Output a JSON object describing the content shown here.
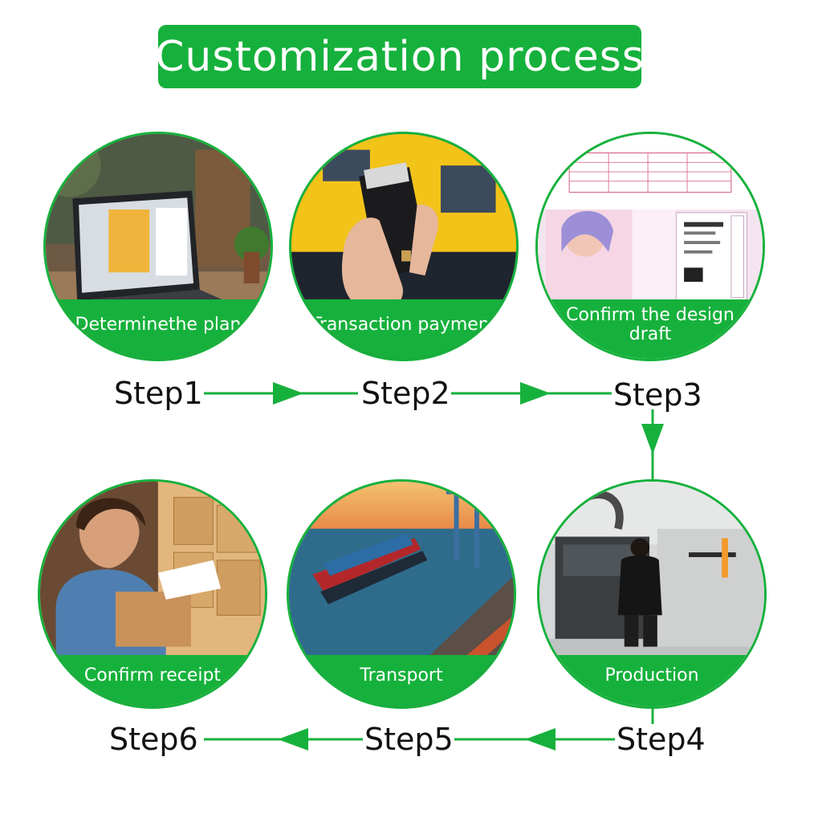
{
  "title": "Customization process",
  "colors": {
    "accent": "#16b13c",
    "text": "#111111",
    "background": "#ffffff"
  },
  "steps": [
    {
      "step_label": "Step1",
      "caption": "Determinethe plan",
      "image": "laptop-on-desk"
    },
    {
      "step_label": "Step2",
      "caption": "Transaction payment",
      "image": "hand-holding-card-wallet"
    },
    {
      "step_label": "Step3",
      "caption": "Confirm the design draft",
      "image": "printed-design-proof"
    },
    {
      "step_label": "Step4",
      "caption": "Production",
      "image": "worker-at-printing-machine"
    },
    {
      "step_label": "Step5",
      "caption": "Transport",
      "image": "cargo-ship-at-port"
    },
    {
      "step_label": "Step6",
      "caption": "Confirm receipt",
      "image": "woman-checking-boxes"
    }
  ],
  "flow": [
    "Step1",
    "Step2",
    "Step3",
    "Step4",
    "Step5",
    "Step6"
  ]
}
